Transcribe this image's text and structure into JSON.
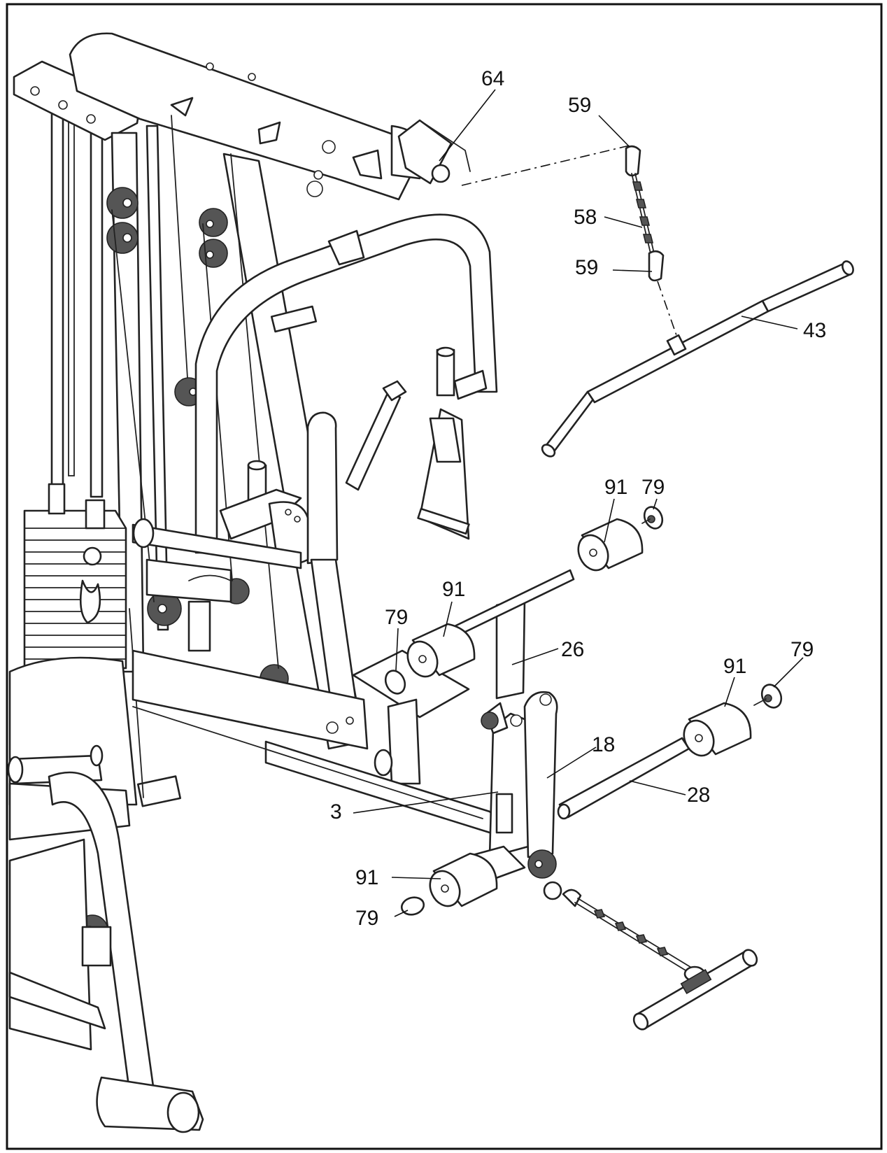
{
  "callouts": [
    {
      "id": "64a",
      "text": "64"
    },
    {
      "id": "59a",
      "text": "59"
    },
    {
      "id": "58a",
      "text": "58"
    },
    {
      "id": "59b",
      "text": "59"
    },
    {
      "id": "43a",
      "text": "43"
    },
    {
      "id": "91a",
      "text": "91"
    },
    {
      "id": "79a",
      "text": "79"
    },
    {
      "id": "91b",
      "text": "91"
    },
    {
      "id": "79b",
      "text": "79"
    },
    {
      "id": "26a",
      "text": "26"
    },
    {
      "id": "91c",
      "text": "91"
    },
    {
      "id": "79c",
      "text": "79"
    },
    {
      "id": "18a",
      "text": "18"
    },
    {
      "id": "28a",
      "text": "28"
    },
    {
      "id": "3a",
      "text": "3"
    },
    {
      "id": "91d",
      "text": "91"
    },
    {
      "id": "79d",
      "text": "79"
    }
  ]
}
